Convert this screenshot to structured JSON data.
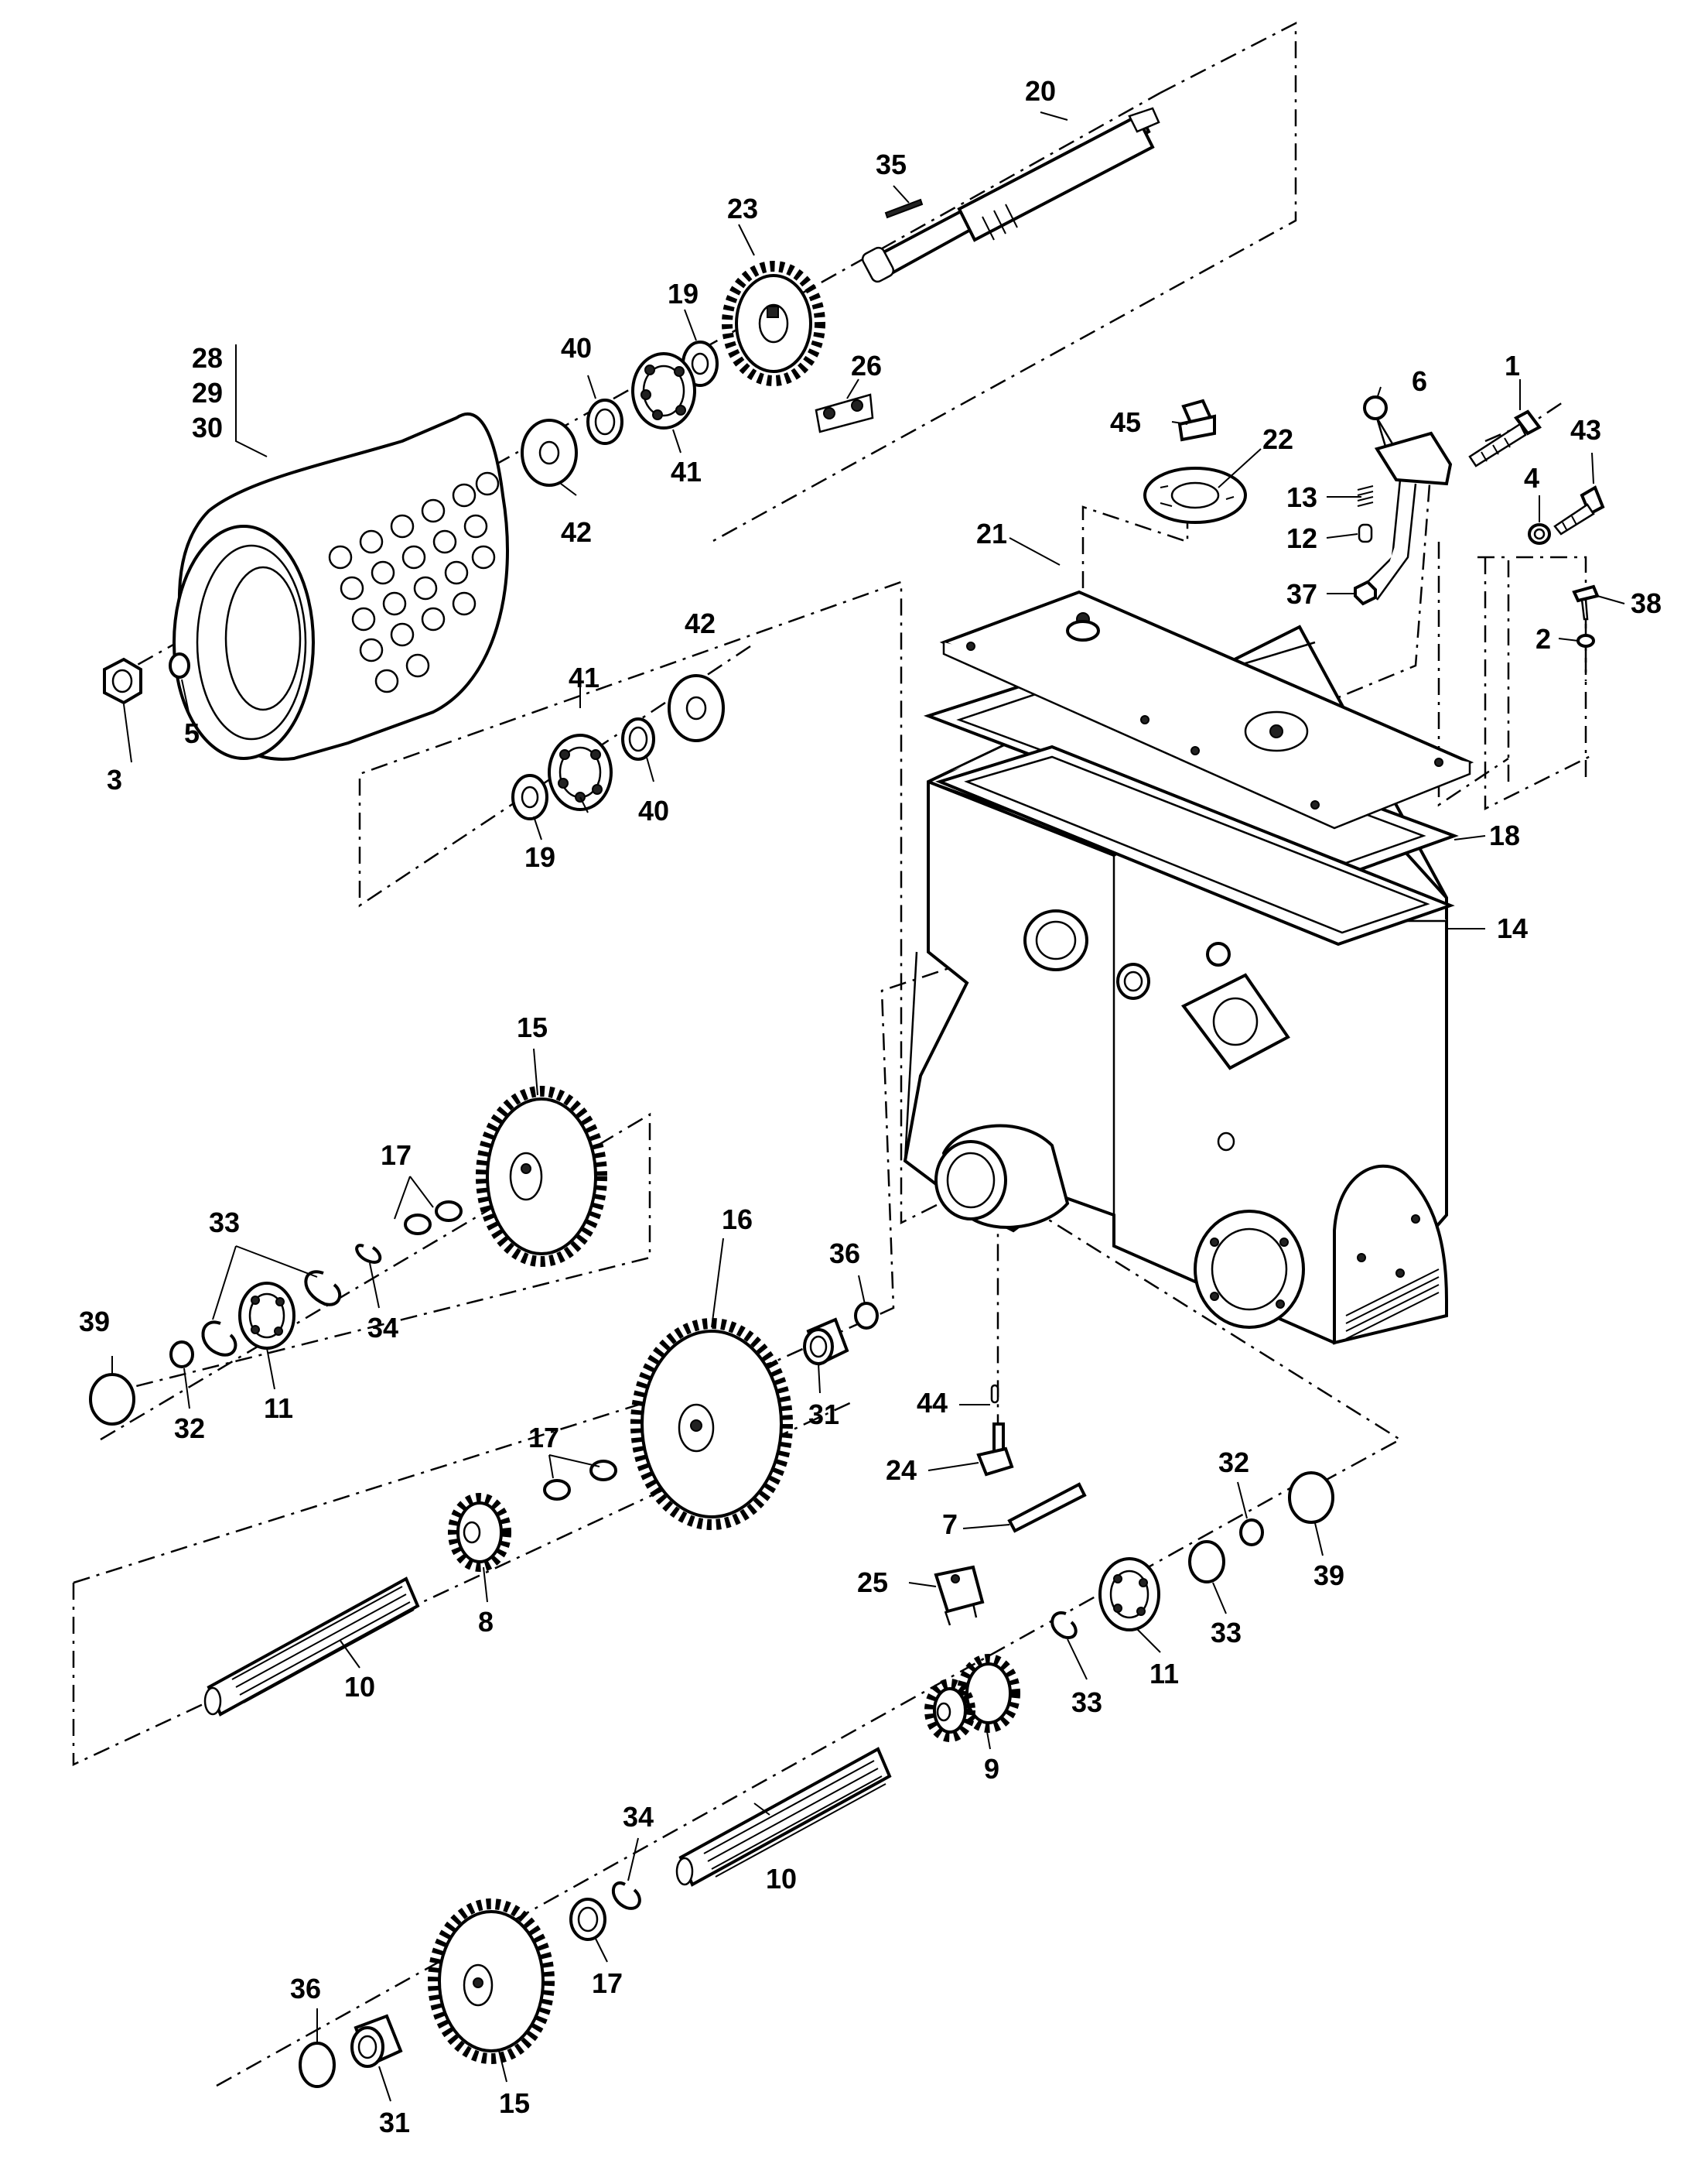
{
  "figure": {
    "kind": "exploded parts diagram",
    "callouts": [
      {
        "id": "c1",
        "label": "1"
      },
      {
        "id": "c2",
        "label": "2"
      },
      {
        "id": "c3",
        "label": "3"
      },
      {
        "id": "c4",
        "label": "4"
      },
      {
        "id": "c5",
        "label": "5"
      },
      {
        "id": "c6",
        "label": "6"
      },
      {
        "id": "c7",
        "label": "7"
      },
      {
        "id": "c8",
        "label": "8"
      },
      {
        "id": "c9",
        "label": "9"
      },
      {
        "id": "c10a",
        "label": "10"
      },
      {
        "id": "c10b",
        "label": "10"
      },
      {
        "id": "c11a",
        "label": "11"
      },
      {
        "id": "c11b",
        "label": "11"
      },
      {
        "id": "c12",
        "label": "12"
      },
      {
        "id": "c13",
        "label": "13"
      },
      {
        "id": "c14",
        "label": "14"
      },
      {
        "id": "c15a",
        "label": "15"
      },
      {
        "id": "c15b",
        "label": "15"
      },
      {
        "id": "c16",
        "label": "16"
      },
      {
        "id": "c17a",
        "label": "17"
      },
      {
        "id": "c17b",
        "label": "17"
      },
      {
        "id": "c17c",
        "label": "17"
      },
      {
        "id": "c18",
        "label": "18"
      },
      {
        "id": "c19a",
        "label": "19"
      },
      {
        "id": "c19b",
        "label": "19"
      },
      {
        "id": "c20",
        "label": "20"
      },
      {
        "id": "c21",
        "label": "21"
      },
      {
        "id": "c22",
        "label": "22"
      },
      {
        "id": "c23",
        "label": "23"
      },
      {
        "id": "c24",
        "label": "24"
      },
      {
        "id": "c25",
        "label": "25"
      },
      {
        "id": "c26",
        "label": "26"
      },
      {
        "id": "c28",
        "label": "28"
      },
      {
        "id": "c29",
        "label": "29"
      },
      {
        "id": "c30",
        "label": "30"
      },
      {
        "id": "c31a",
        "label": "31"
      },
      {
        "id": "c31b",
        "label": "31"
      },
      {
        "id": "c32a",
        "label": "32"
      },
      {
        "id": "c32b",
        "label": "32"
      },
      {
        "id": "c33a",
        "label": "33"
      },
      {
        "id": "c33b",
        "label": "33"
      },
      {
        "id": "c33c",
        "label": "33"
      },
      {
        "id": "c34a",
        "label": "34"
      },
      {
        "id": "c34b",
        "label": "34"
      },
      {
        "id": "c35",
        "label": "35"
      },
      {
        "id": "c36a",
        "label": "36"
      },
      {
        "id": "c36b",
        "label": "36"
      },
      {
        "id": "c37",
        "label": "37"
      },
      {
        "id": "c38",
        "label": "38"
      },
      {
        "id": "c39a",
        "label": "39"
      },
      {
        "id": "c39b",
        "label": "39"
      },
      {
        "id": "c40a",
        "label": "40"
      },
      {
        "id": "c40b",
        "label": "40"
      },
      {
        "id": "c41a",
        "label": "41"
      },
      {
        "id": "c41b",
        "label": "41"
      },
      {
        "id": "c42a",
        "label": "42"
      },
      {
        "id": "c42b",
        "label": "42"
      },
      {
        "id": "c43",
        "label": "43"
      },
      {
        "id": "c44",
        "label": "44"
      },
      {
        "id": "c45",
        "label": "45"
      }
    ]
  }
}
